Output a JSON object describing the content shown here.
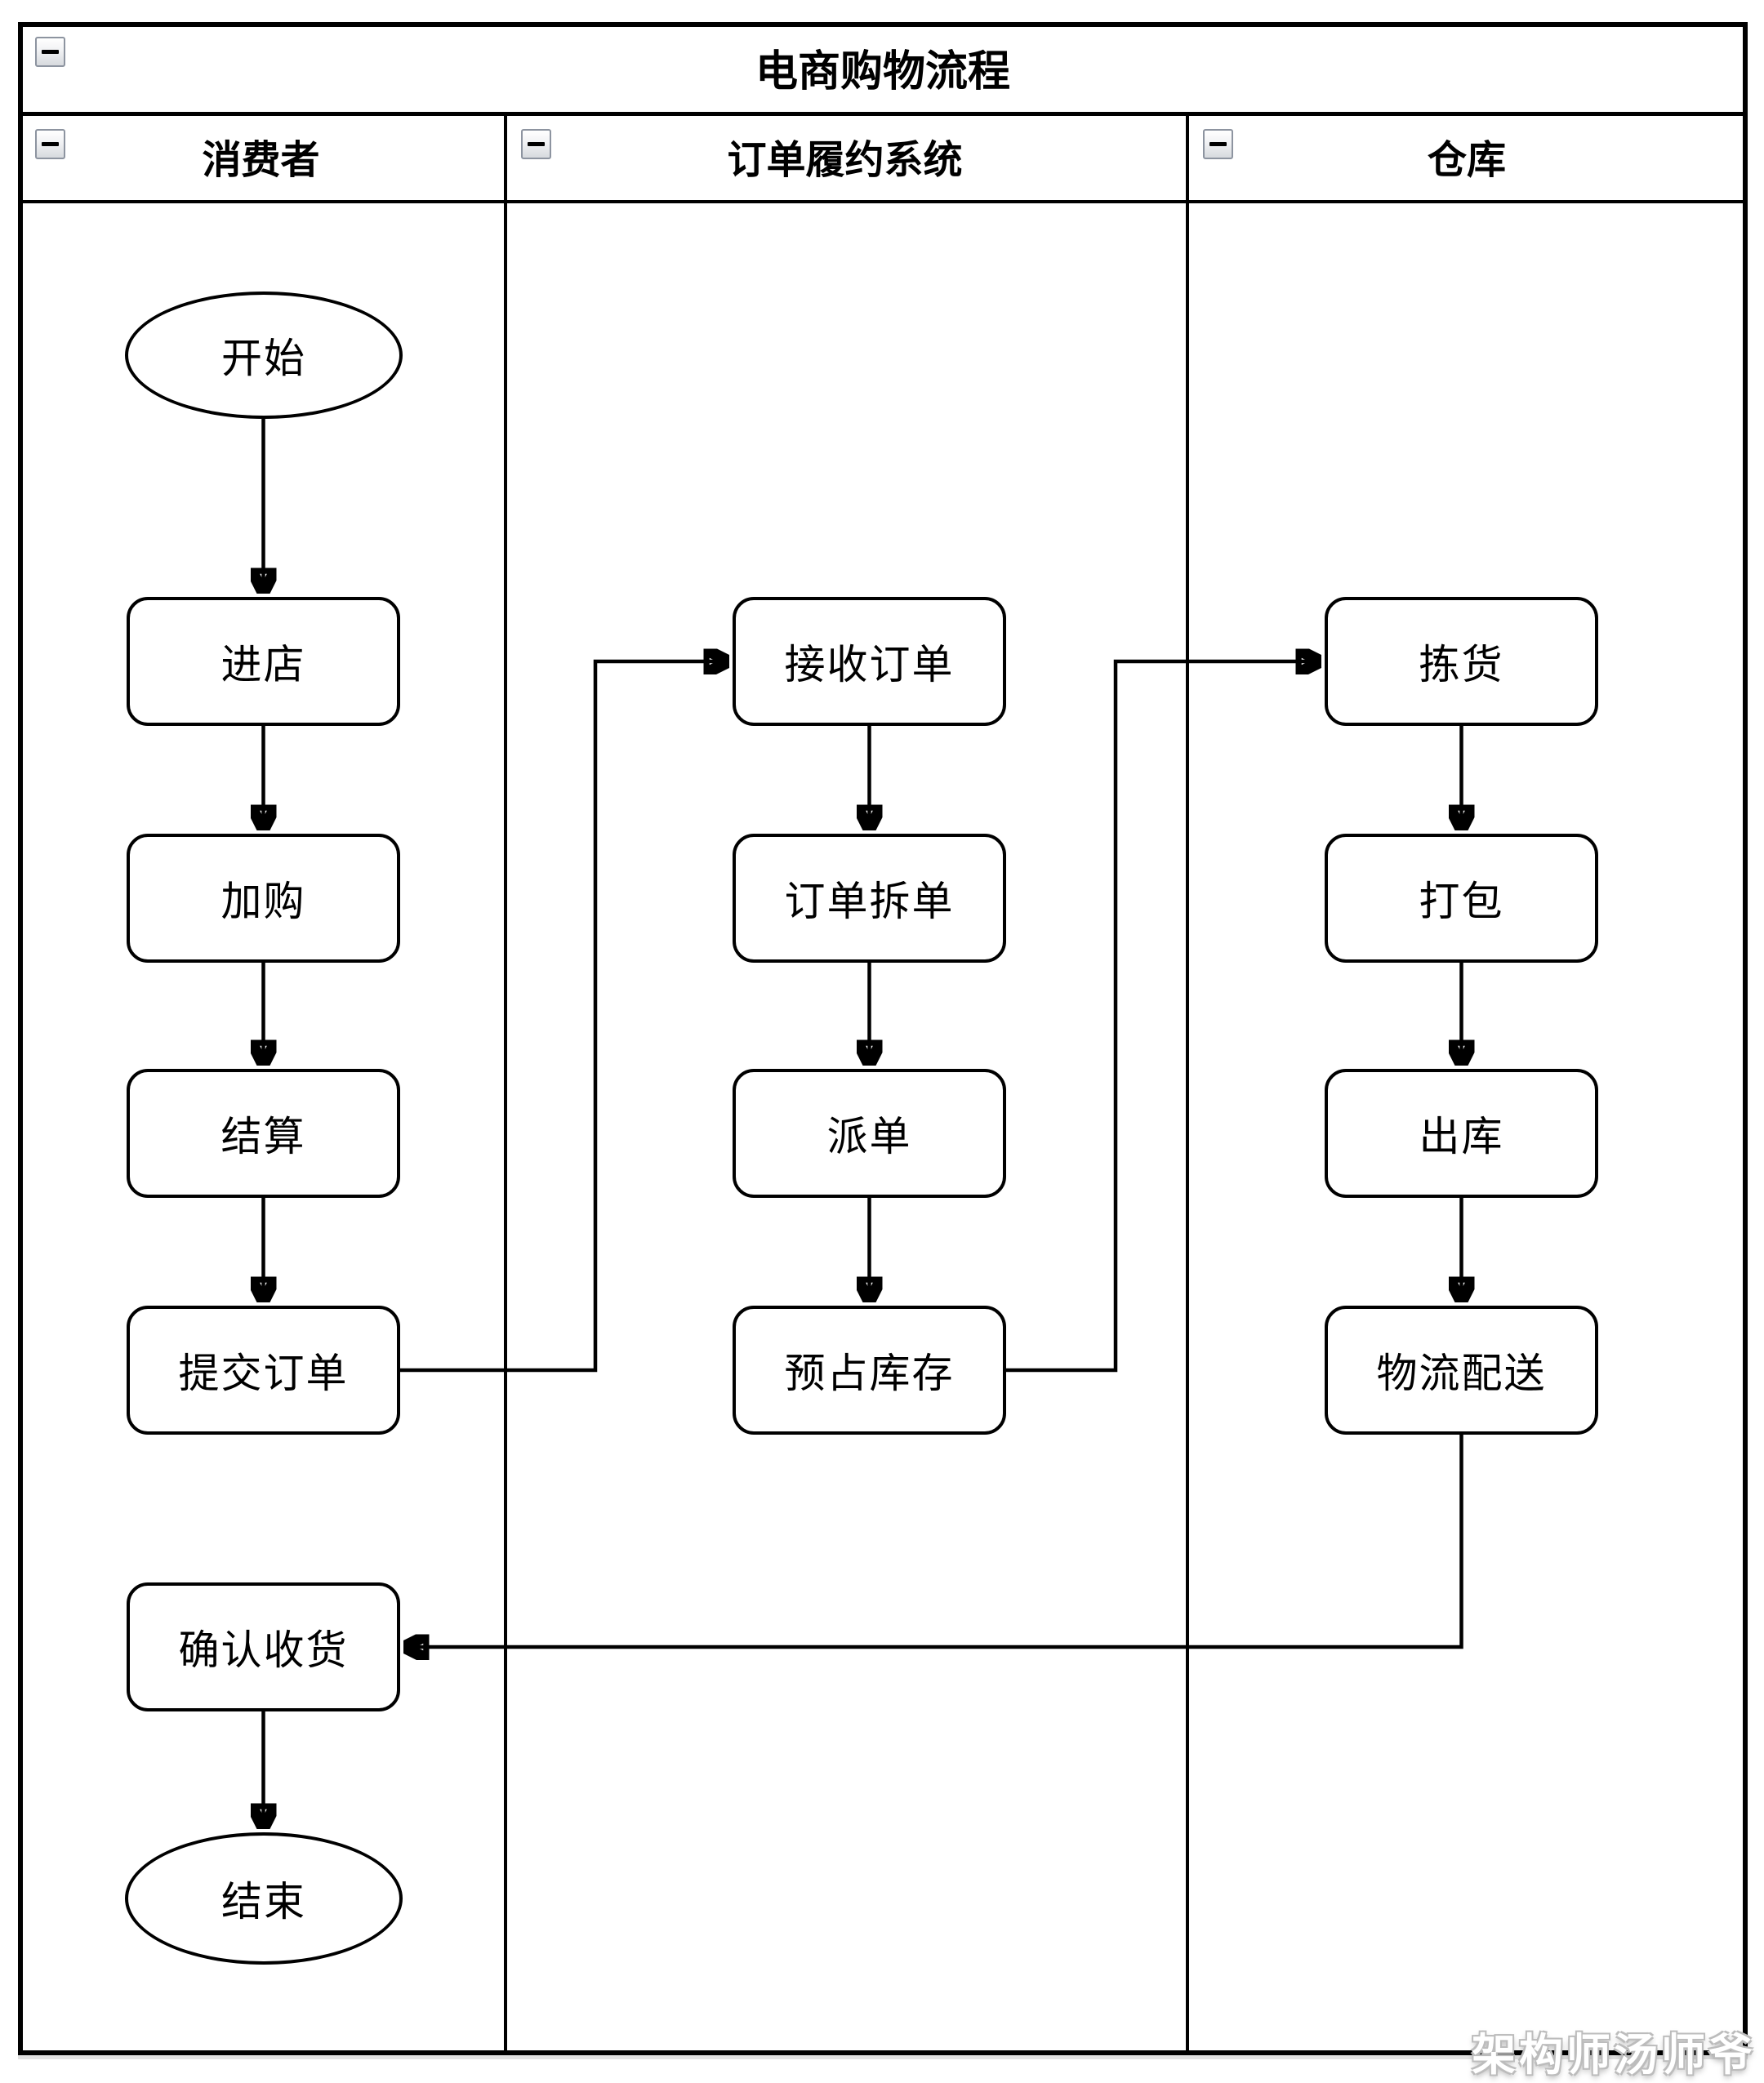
{
  "title": "电商购物流程",
  "lanes": [
    {
      "label": "消费者"
    },
    {
      "label": "订单履约系统"
    },
    {
      "label": "仓库"
    }
  ],
  "nodes": {
    "start": "开始",
    "enter_store": "进店",
    "add_to_cart": "加购",
    "checkout": "结算",
    "submit_order": "提交订单",
    "confirm_receipt": "确认收货",
    "end": "结束",
    "receive_order": "接收订单",
    "order_split": "订单拆单",
    "dispatch": "派单",
    "reserve_stock": "预占库存",
    "picking": "拣货",
    "packing": "打包",
    "outbound": "出库",
    "delivery": "物流配送"
  },
  "watermark": "架构师汤师爷",
  "colors": {
    "stroke": "#000000",
    "canvas": "#ffffff",
    "collapse_border": "#8d94a0"
  }
}
